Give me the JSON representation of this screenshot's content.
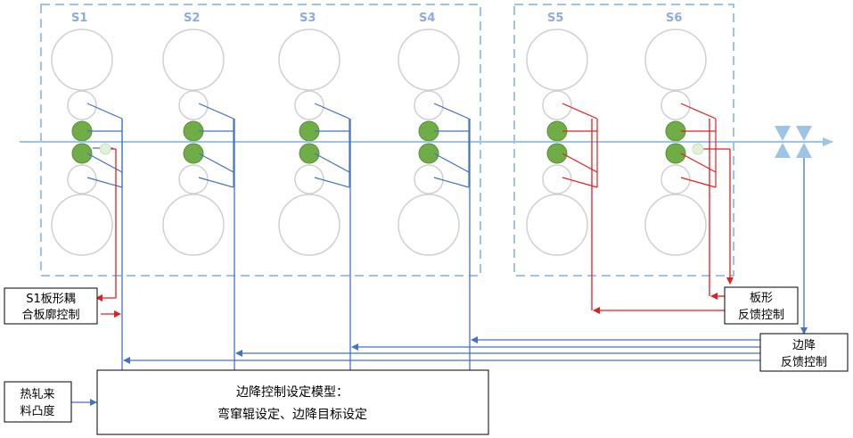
{
  "stands": [
    "S1",
    "S2",
    "S3",
    "S4",
    "S5",
    "S6"
  ],
  "boxes": {
    "s1_coupling_control": {
      "line1": "S1板形耦",
      "line2": "合板廓控制"
    },
    "flatness_feedback": {
      "line1": "板形",
      "line2": "反馈控制"
    },
    "edge_drop_feedback": {
      "line1": "边降",
      "line2": "反馈控制"
    },
    "hot_rolled_crown": {
      "line1": "热轧来",
      "line2": "料凸度"
    },
    "setup_model": {
      "line1": "边降控制设定模型：",
      "line2": "弯窜辊设定、边降目标设定"
    }
  },
  "colors": {
    "dashed_frame": "#9dc3e6",
    "strip_line": "#9dc3e6",
    "stand_label": "#8faadc",
    "blue_line": "#4472c4",
    "red_line": "#e02020",
    "work_roll": "#70ad47",
    "roll_outline": "#d0d0d0"
  }
}
